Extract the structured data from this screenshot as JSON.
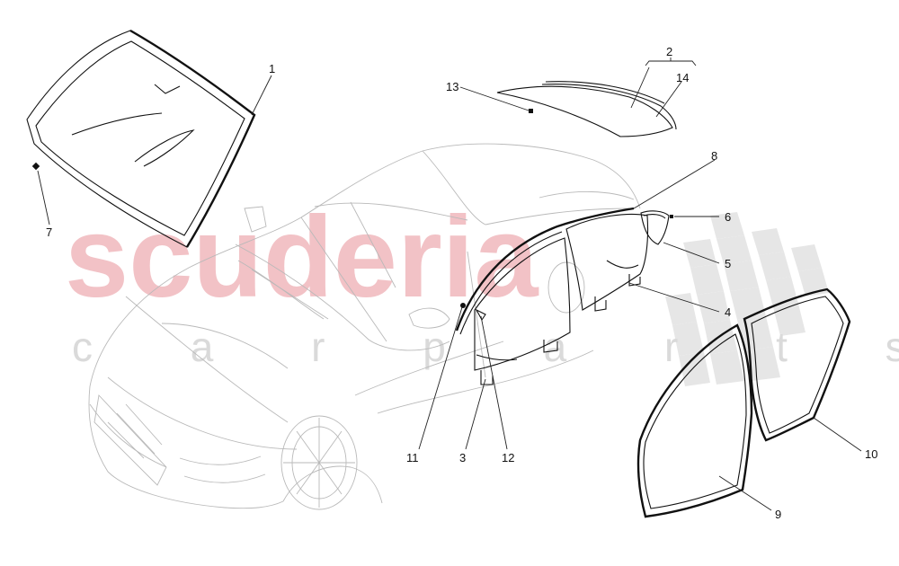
{
  "watermark": {
    "brand": "scuderia",
    "sub": "c a r   p a r t s",
    "brand_color": "#f2c2c6",
    "sub_color": "#dadada",
    "flag_color": "#e6e6e6"
  },
  "callouts": {
    "c1": "1",
    "c2": "2",
    "c3": "3",
    "c4": "4",
    "c5": "5",
    "c6": "6",
    "c7": "7",
    "c8": "8",
    "c9": "9",
    "c10": "10",
    "c11": "11",
    "c12": "12",
    "c13": "13",
    "c14": "14"
  }
}
